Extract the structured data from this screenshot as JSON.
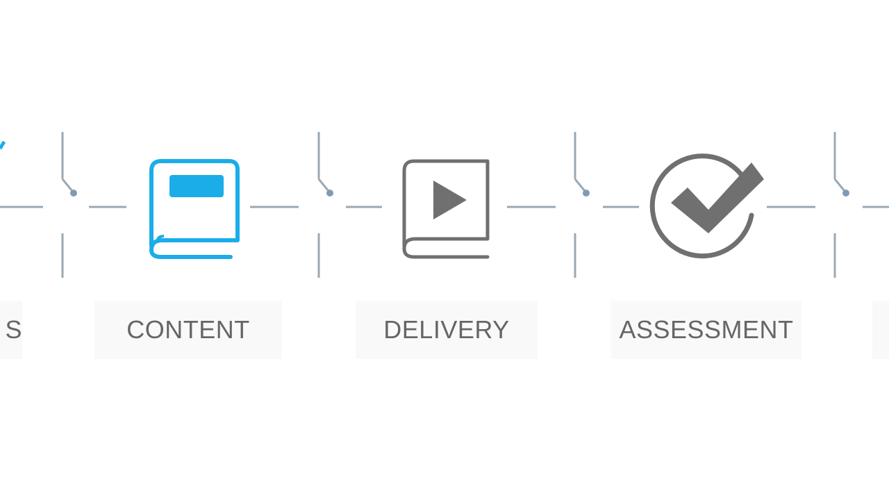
{
  "colors": {
    "active": "#1aade8",
    "inactive": "#707070",
    "connector": "#9aa9b5",
    "label_text": "#666666",
    "label_bg": "#f9f9f9"
  },
  "steps": [
    {
      "label": "S",
      "icon": "check-icon",
      "state": "previous-partial"
    },
    {
      "label": "CONTENT",
      "icon": "book-icon",
      "state": "active"
    },
    {
      "label": "DELIVERY",
      "icon": "play-book-icon",
      "state": "inactive"
    },
    {
      "label": "ASSESSMENT",
      "icon": "checkmark-circle-icon",
      "state": "inactive"
    }
  ]
}
